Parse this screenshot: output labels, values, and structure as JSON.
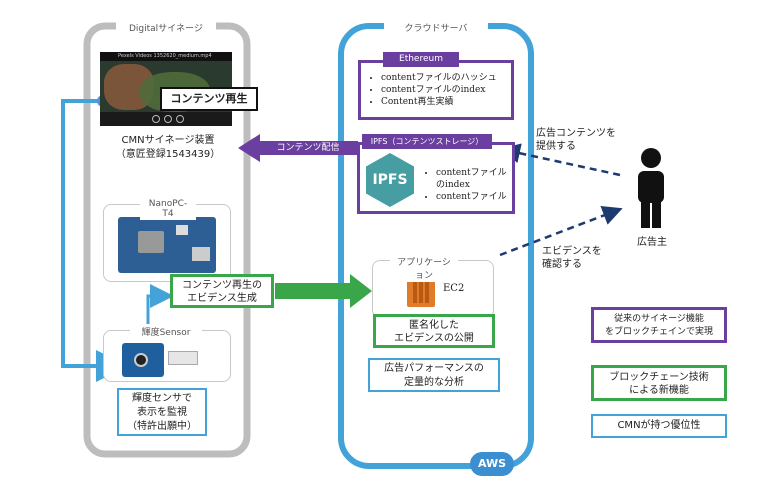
{
  "signage": {
    "header": "Digitalサイネージ",
    "video_caption": "Pexels Videos 1352620_medium.mp4",
    "content_play": "コンテンツ再生",
    "device_line1": "CMNサイネージ装置",
    "device_line2": "（意匠登録1543439）",
    "nanopc_header": "NanoPC-T4",
    "evidence_line1": "コンテンツ再生の",
    "evidence_line2": "エビデンス生成",
    "sensor_header": "輝度Sensor",
    "monitor_line1": "輝度センサで",
    "monitor_line2": "表示を監視",
    "monitor_line3": "（特許出願中）"
  },
  "cloud": {
    "header": "クラウドサーバ",
    "ethereum_header": "Ethereum",
    "ethereum_items": [
      "contentファイルのハッシュ",
      "contentファイルのindex",
      "Content再生実績"
    ],
    "ipfs_header": "IPFS（コンテンツストレージ）",
    "ipfs_logo": "IPFS",
    "ipfs_items": [
      "contentファイルのindex",
      "contentファイル"
    ],
    "app_header": "アプリケーション",
    "ec2_label": "EC2",
    "anon_line1": "匿名化した",
    "anon_line2": "エビデンスの公開",
    "analysis_line1": "広告パフォーマンスの",
    "analysis_line2": "定量的な分析",
    "aws_badge": "AWS"
  },
  "arrows": {
    "content_delivery": "コンテンツ配信"
  },
  "advertiser": {
    "provide_line1": "広告コンテンツを",
    "provide_line2": "提供する",
    "confirm_line1": "エビデンスを",
    "confirm_line2": "確認する",
    "label": "広告主"
  },
  "legend": {
    "purple_line1": "従来のサイネージ機能",
    "purple_line2": "をブロックチェインで実現",
    "green_line1": "ブロックチェーン技術",
    "green_line2": "による新機能",
    "blue_label": "CMNが持つ優位性"
  },
  "colors": {
    "purple": "#6b3fa0",
    "green": "#3aa64a",
    "blue": "#43a3d8",
    "gray": "#bdbdbd",
    "navy": "#1f3a6e"
  }
}
